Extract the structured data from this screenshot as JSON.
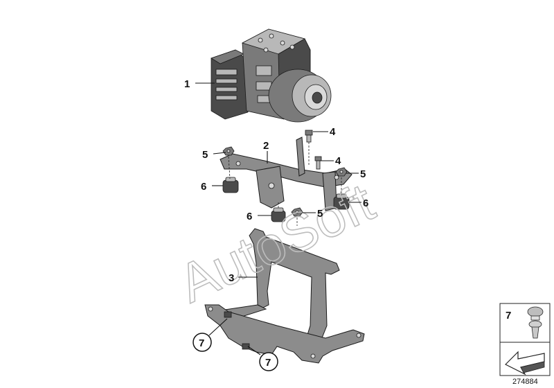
{
  "callouts": {
    "c1": "1",
    "c2": "2",
    "c3": "3",
    "c4a": "4",
    "c4b": "4",
    "c5a": "5",
    "c5b": "5",
    "c5c": "5",
    "c6a": "6",
    "c6b": "6",
    "c6c": "6",
    "c7a": "7",
    "c7b": "7"
  },
  "watermark": "AutoSoft",
  "legend": {
    "number": "7"
  },
  "reference_number": "274884",
  "icons": {
    "legend_arrow": "arrow-left-icon",
    "legend_clip": "push-clip-icon"
  }
}
